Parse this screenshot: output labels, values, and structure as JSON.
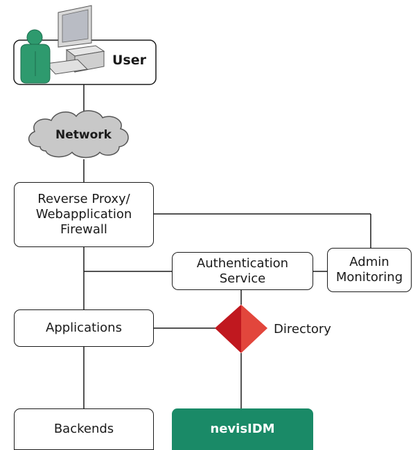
{
  "nodes": {
    "user": "User",
    "network": "Network",
    "reverse_proxy": [
      "Reverse Proxy/",
      "Webapplication",
      "Firewall"
    ],
    "auth_service": [
      "Authentication",
      "Service"
    ],
    "admin": [
      "Admin",
      "Monitoring"
    ],
    "applications": "Applications",
    "directory": "Directory",
    "backends": "Backends",
    "nevisidm": "nevisIDM"
  },
  "colors": {
    "accent": "#1a8a67",
    "directory_red": "#d42a2a",
    "cloud": "#c8c8c8",
    "user_icon": "#2e9a6e"
  },
  "icons": [
    "user-computer-icon",
    "cloud-icon",
    "directory-diamond-icon"
  ]
}
